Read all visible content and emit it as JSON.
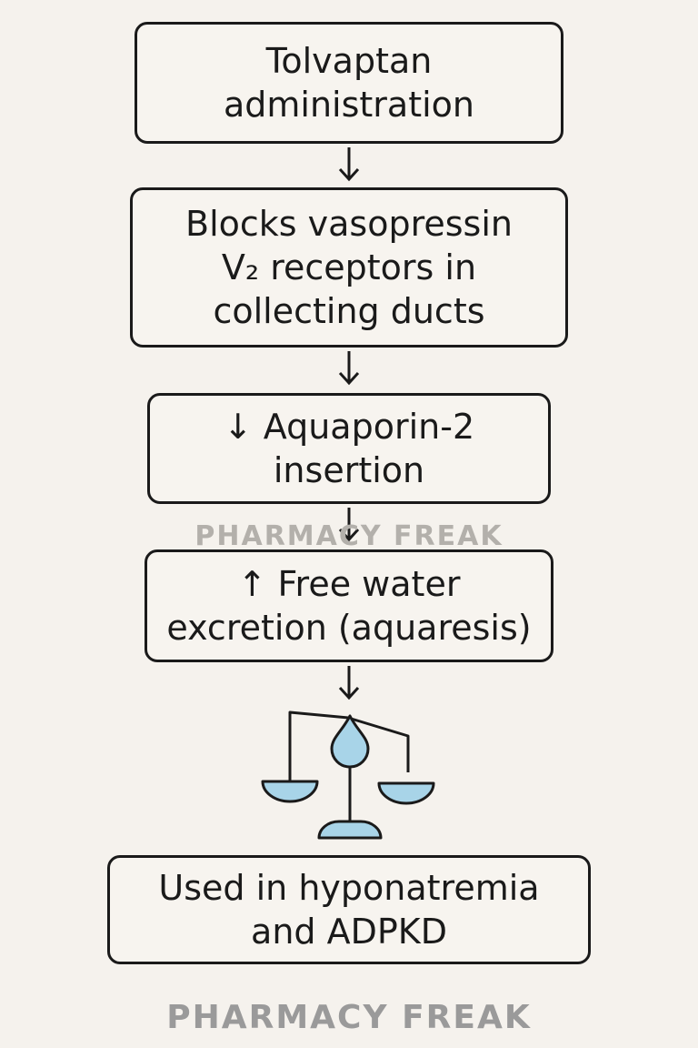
{
  "steps": [
    {
      "lines": [
        "Tolvaptan",
        "administration"
      ]
    },
    {
      "lines": [
        "Blocks vasopressin",
        "V₂ receptors in",
        "collecting ducts"
      ]
    },
    {
      "lines": [
        "↓ Aquaporin-2",
        "insertion"
      ]
    },
    {
      "lines": [
        "↑ Free water",
        "excretion (aquaresis)"
      ]
    },
    {
      "lines": [
        "Used in hyponatremia",
        "and ADPKD"
      ]
    }
  ],
  "icon": "water-balance-scale-icon",
  "watermark": {
    "middle": "PHARMACY FREAK",
    "bottom": "PHARMACY FREAK"
  },
  "colors": {
    "background": "#f5f2ed",
    "stroke": "#1a1a1a",
    "accent": "#a8d4e8",
    "watermark": "#9a9a9a"
  }
}
